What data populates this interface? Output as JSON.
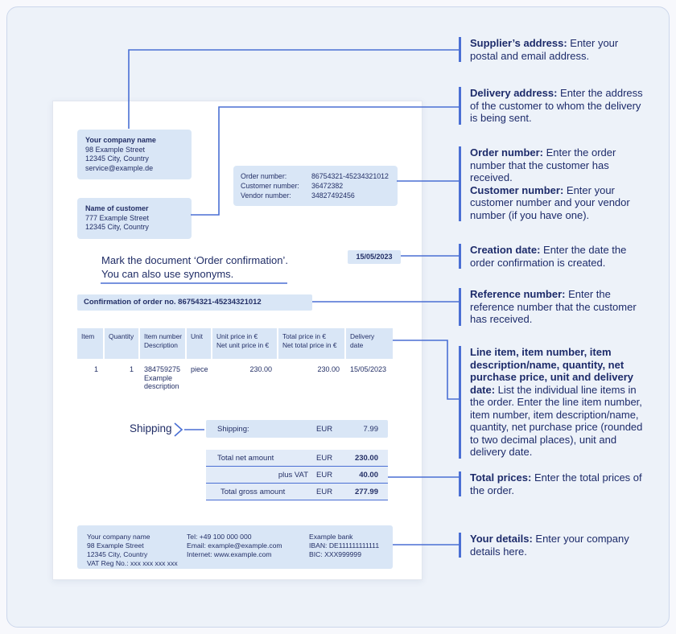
{
  "colors": {
    "accent_line": "#4a6fd4",
    "highlight_box": "#d9e6f6",
    "text_navy": "#1d2b6a",
    "canvas_bg": "#edf2f9",
    "document_bg": "#ffffff"
  },
  "document": {
    "supplier_block": [
      "Your company name",
      "98 Example Street",
      "12345 City, Country",
      "service@example.de"
    ],
    "customer_block": [
      "Name of customer",
      "777 Example Street",
      "12345 City, Country"
    ],
    "order_info": [
      {
        "label": "Order number:",
        "value": "86754321-45234321012"
      },
      {
        "label": "Customer number:",
        "value": "36472382"
      },
      {
        "label": "Vendor number:",
        "value": "34827492456"
      }
    ],
    "creation_date": "15/05/2023",
    "mark_note": {
      "line1": "Mark the document ‘Order confirmation’.",
      "line2": "You can also use synonyms."
    },
    "confirmation_line": "Confirmation of order no. 86754321-45234321012",
    "table": {
      "headers": [
        [
          "Item",
          ""
        ],
        [
          "Quantity",
          ""
        ],
        [
          "Item number",
          "Description"
        ],
        [
          "Unit",
          ""
        ],
        [
          "Unit price in €",
          "Net unit price in €"
        ],
        [
          "Total price in €",
          "Net total price in €"
        ],
        [
          "Delivery",
          "date"
        ]
      ],
      "row": {
        "item": "1",
        "quantity": "1",
        "item_number": "384759275",
        "description": "Example description",
        "unit": "piece",
        "unit_price": "230.00",
        "total_price": "230.00",
        "delivery_date": "15/05/2023"
      }
    },
    "shipping_label": "Shipping",
    "shipping_row": {
      "label": "Shipping:",
      "currency": "EUR",
      "value": "7.99"
    },
    "totals": [
      {
        "label": "Total net amount",
        "currency": "EUR",
        "value": "230.00"
      },
      {
        "label": "plus VAT",
        "currency": "EUR",
        "value": "40.00"
      },
      {
        "label": "Total gross amount",
        "currency": "EUR",
        "value": "277.99"
      }
    ],
    "footer": {
      "col1": [
        "Your company name",
        "98 Example Street",
        "12345 City, Country",
        "VAT Reg No.: xxx xxx xxx xxx"
      ],
      "col2": [
        "Tel: +49 100 000 000",
        "Email: example@example.com",
        "Internet: www.example.com"
      ],
      "col3": [
        "Example bank",
        "IBAN: DE111111111111",
        "BIC: XXX999999"
      ]
    }
  },
  "annotations": [
    {
      "segments": [
        {
          "bold": "Supplier’s address:",
          "text": " Enter your postal and email address."
        }
      ]
    },
    {
      "segments": [
        {
          "bold": "Delivery address:",
          "text": " Enter the address of the customer to whom the delivery is being sent."
        }
      ]
    },
    {
      "segments": [
        {
          "bold": "Order number:",
          "text": " Enter the order number that the customer has received."
        },
        {
          "bold": "Customer number:",
          "text": " Enter your customer number and your vendor number (if you have one)."
        }
      ]
    },
    {
      "segments": [
        {
          "bold": "Creation date:",
          "text": " Enter the date the order confirmation is created."
        }
      ]
    },
    {
      "segments": [
        {
          "bold": "Reference number:",
          "text": " Enter the reference number that the customer has received."
        }
      ]
    },
    {
      "segments": [
        {
          "bold": "Line item, item number, item description/name, quantity, net purchase price, unit and delivery date:",
          "text": " List the individual line items in the order. Enter the line item number, item number, item description/name, quantity, net purchase price (rounded to two decimal places), unit and delivery date."
        }
      ]
    },
    {
      "segments": [
        {
          "bold": "Total prices:",
          "text": " Enter the total prices of the order."
        }
      ]
    },
    {
      "segments": [
        {
          "bold": "Your details:",
          "text": " Enter your company details here."
        }
      ]
    }
  ]
}
